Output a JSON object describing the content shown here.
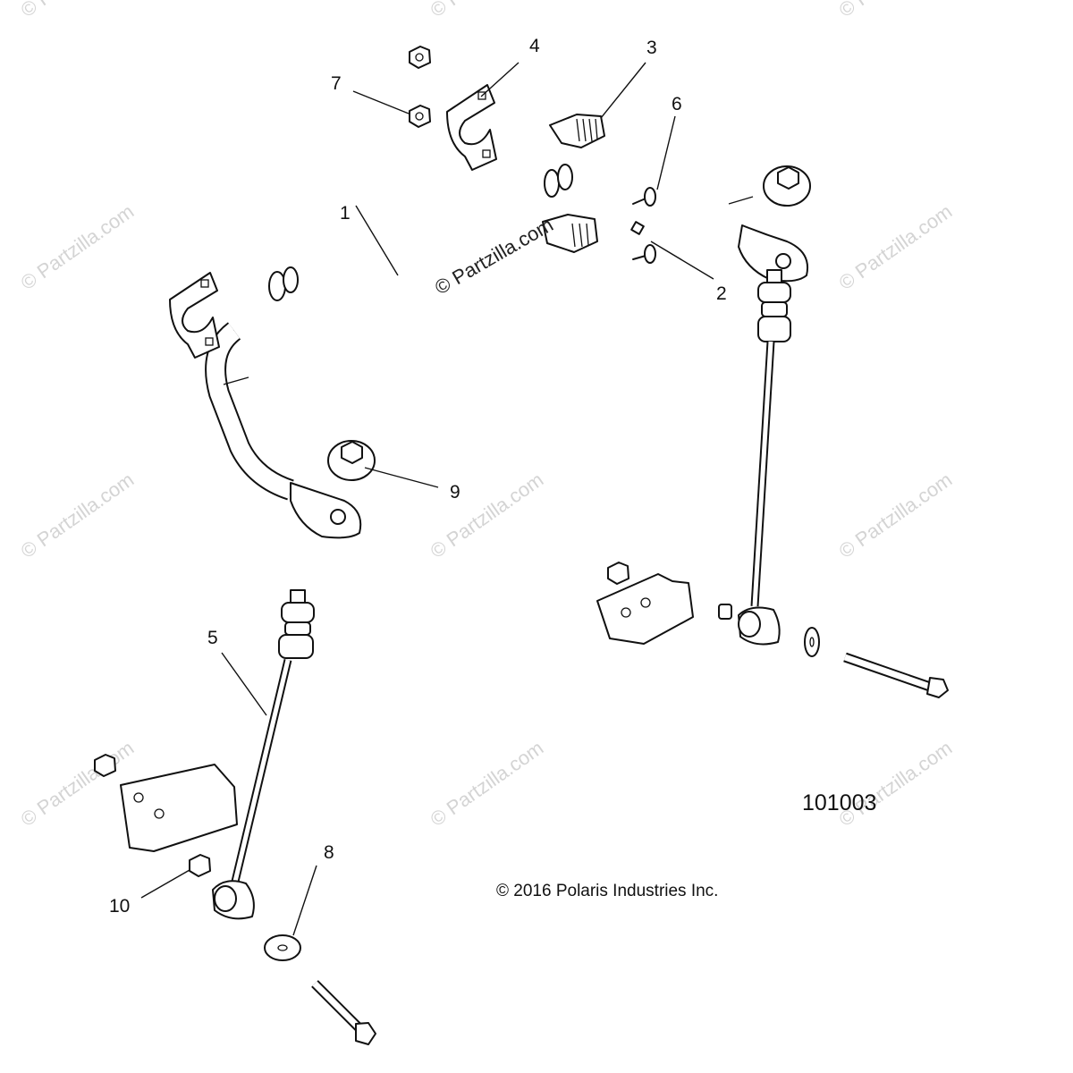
{
  "callouts": [
    {
      "label": "1"
    },
    {
      "label": "2"
    },
    {
      "label": "3"
    },
    {
      "label": "4"
    },
    {
      "label": "5"
    },
    {
      "label": "6"
    },
    {
      "label": "7"
    },
    {
      "label": "8"
    },
    {
      "label": "9"
    },
    {
      "label": "10"
    }
  ],
  "figure_id": "101003",
  "copyright": "© 2016 Polaris Industries Inc.",
  "watermarks": {
    "diagonal": "© Partzilla.com",
    "center": "© Partzilla.com"
  }
}
